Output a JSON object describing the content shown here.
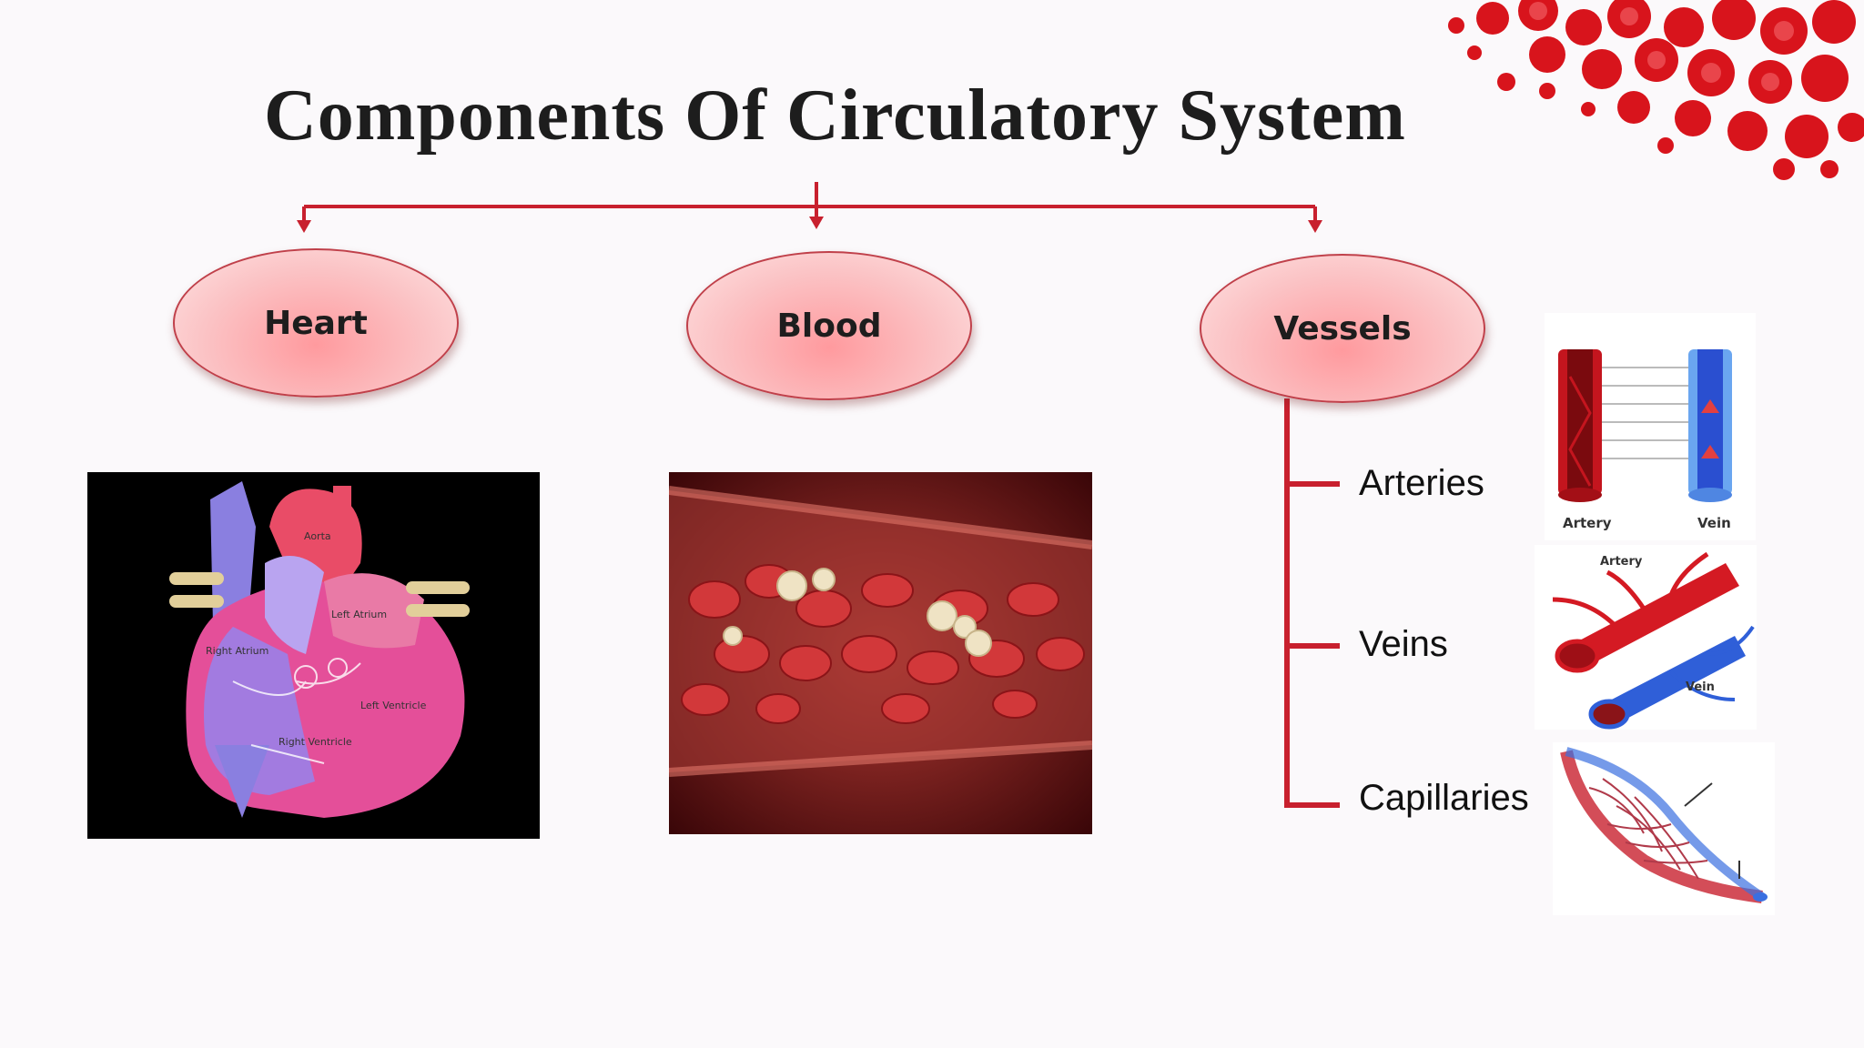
{
  "title": "Components Of Circulatory System",
  "components": [
    {
      "label": "Heart"
    },
    {
      "label": "Blood"
    },
    {
      "label": "Vessels"
    }
  ],
  "vessels": [
    "Arteries",
    "Veins",
    "Capillaries"
  ],
  "heart_labels": {
    "aorta": "Aorta",
    "left_atrium": "Left Atrium",
    "right_atrium": "Right Atrium",
    "left_ventricle": "Left Ventricle",
    "right_ventricle": "Right Ventricle"
  },
  "vessel_diagram_labels": {
    "artery": "Artery",
    "vein": "Vein"
  },
  "colors": {
    "accent": "#c8202e",
    "ellipse_fill": "#fbc2c4",
    "blood_red": "#d81c24",
    "vein_blue": "#2f5fd8"
  }
}
